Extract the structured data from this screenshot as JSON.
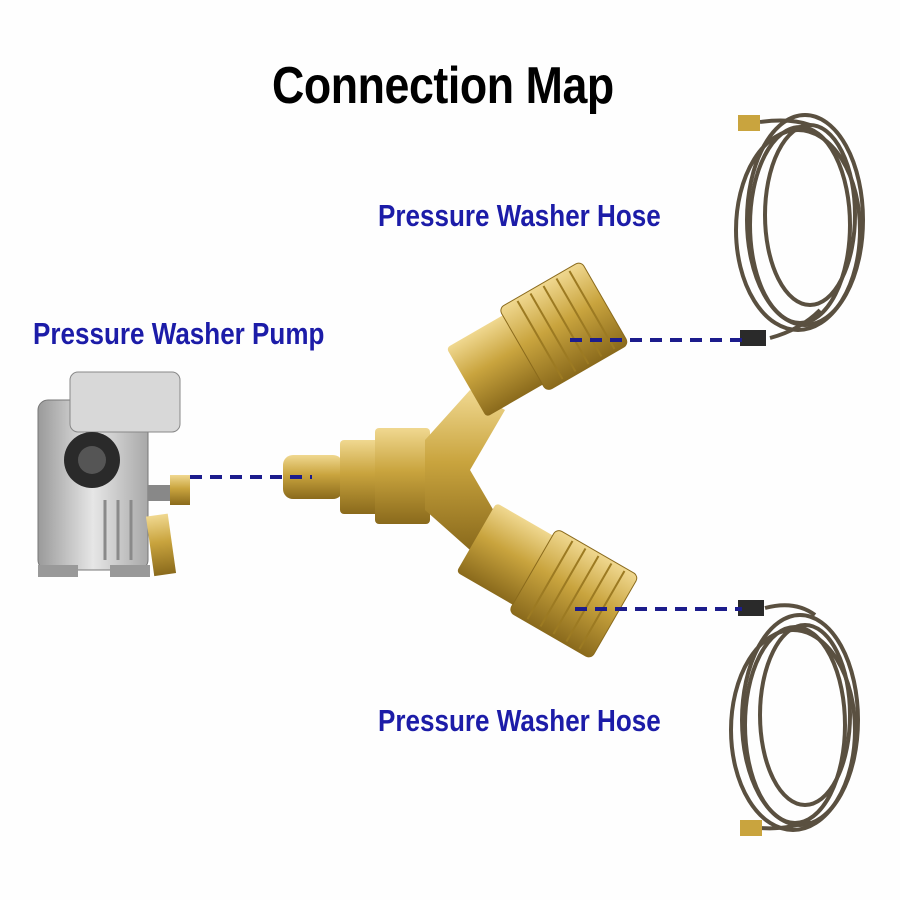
{
  "title": "Connection Map",
  "labels": {
    "hose_top": "Pressure Washer Hose",
    "pump": "Pressure Washer Pump",
    "hose_bottom": "Pressure Washer Hose"
  },
  "colors": {
    "label_blue": "#1c1ca8",
    "dash_blue": "#1c1c8c",
    "brass": "#c9a43e",
    "hose": "#5a5040"
  }
}
